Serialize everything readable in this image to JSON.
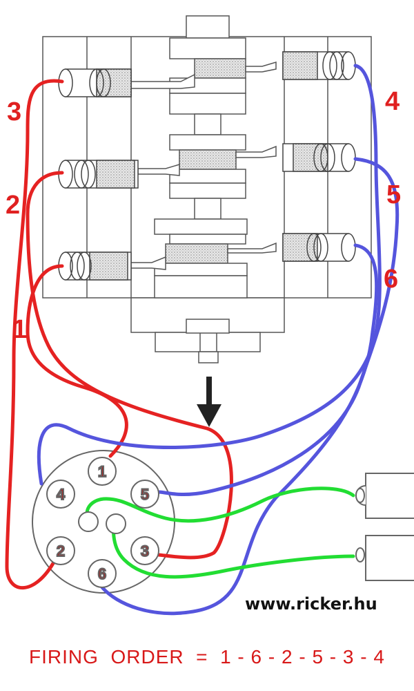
{
  "diagram": {
    "cylinder_labels": {
      "left": [
        "3",
        "2",
        "1"
      ],
      "right": [
        "4",
        "5",
        "6"
      ]
    },
    "distributor_terminals": [
      "1",
      "5",
      "3",
      "6",
      "2",
      "4"
    ],
    "website": "www.ricker.hu",
    "firing_order": {
      "prefix": "FIRING  ORDER  =",
      "sequence": "1 - 6 - 2 - 5 - 3 - 4"
    },
    "colors": {
      "left_bank_wires": "#e52222",
      "right_bank_wires": "#5555dd",
      "coil_wires": "#22dd33",
      "text_red": "#d81818",
      "engine_lines": "#555555"
    },
    "icons": [
      "arrow-down-icon"
    ]
  }
}
